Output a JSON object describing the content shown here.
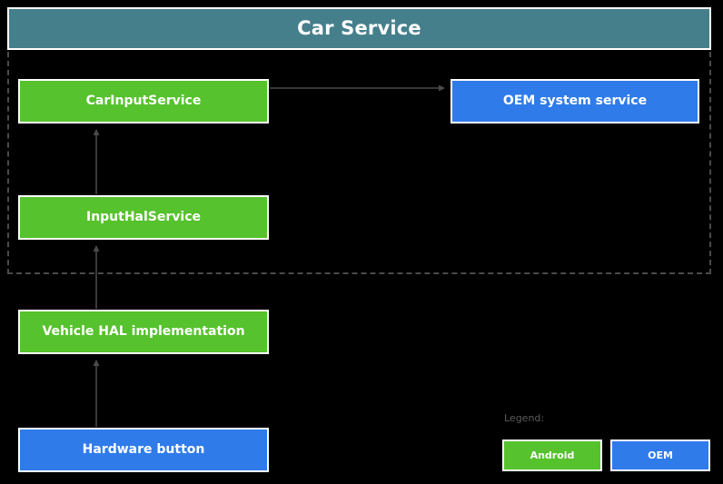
{
  "diagram": {
    "title": "Car Service",
    "background_color": "#000000",
    "header_color": "#467F8C",
    "android_color": "#56C22D",
    "oem_color": "#2F7BEA",
    "arrow_color": "#4a4a4a",
    "scope_border_color": "#4a4a4a"
  },
  "nodes": [
    {
      "id": "carinputservice",
      "label": "CarInputService",
      "kind": "Android"
    },
    {
      "id": "oemsystem",
      "label": "OEM system service",
      "kind": "OEM"
    },
    {
      "id": "inputhalservice",
      "label": "InputHalService",
      "kind": "Android"
    },
    {
      "id": "vehiclehal",
      "label": "Vehicle HAL implementation",
      "kind": "Android"
    },
    {
      "id": "hardwarebutton",
      "label": "Hardware button",
      "kind": "OEM"
    }
  ],
  "edges": [
    {
      "from": "carinputservice",
      "to": "oemsystem",
      "direction": "right"
    },
    {
      "from": "inputhalservice",
      "to": "carinputservice",
      "direction": "up"
    },
    {
      "from": "vehiclehal",
      "to": "inputhalservice",
      "direction": "up"
    },
    {
      "from": "hardwarebutton",
      "to": "vehiclehal",
      "direction": "up"
    }
  ],
  "legend": {
    "title": "Legend:",
    "items": [
      {
        "label": "Android",
        "color": "#56C22D"
      },
      {
        "label": "OEM",
        "color": "#2F7BEA"
      }
    ]
  }
}
